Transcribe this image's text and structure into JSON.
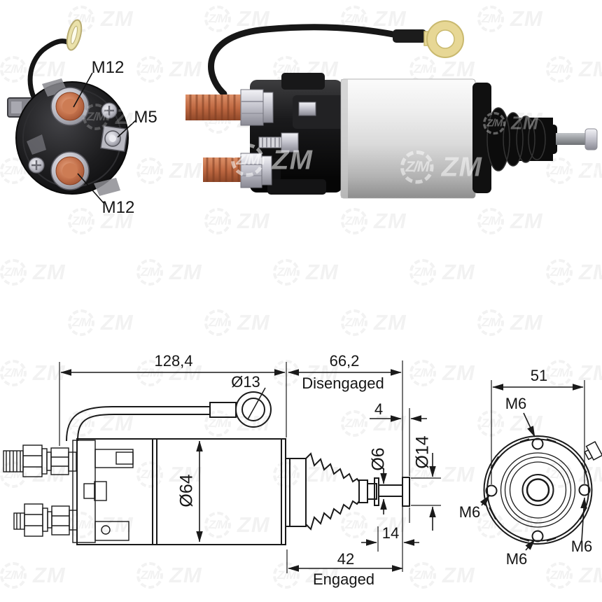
{
  "brand": {
    "watermark_text": "ZM"
  },
  "rear_view_photo": {
    "labels": {
      "top": "M12",
      "middle": "M5",
      "bottom": "M12"
    }
  },
  "drawing": {
    "side_view": {
      "overall_length": "128,4",
      "disengaged_length": "66,2",
      "disengaged_label": "Disengaged",
      "pin_gap": "4",
      "eyelet_diameter": "Ø13",
      "body_diameter": "Ø64",
      "rod_diameter": "Ø6",
      "tip_diameter": "Ø14",
      "rod_length": "14",
      "engaged_length": "42",
      "engaged_label": "Engaged"
    },
    "front_view": {
      "bolt_spacing": "51",
      "hole_top": "M6",
      "hole_left": "M6",
      "hole_right": "M6",
      "hole_bottom": "M6"
    }
  }
}
